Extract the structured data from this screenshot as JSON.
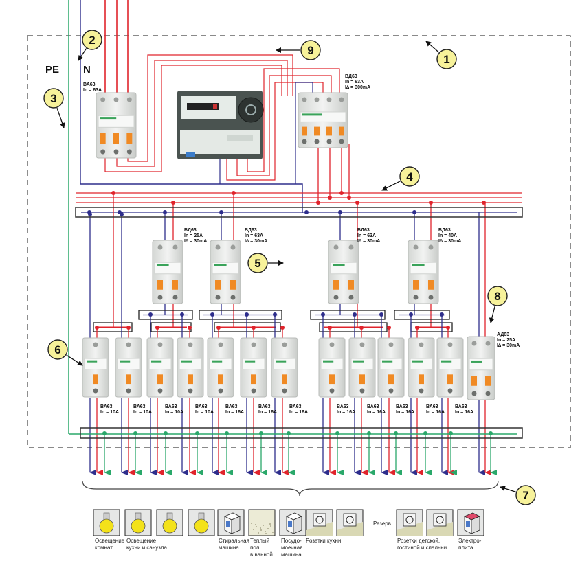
{
  "colors": {
    "phase": "#e0242c",
    "neutral": "#2e2e8c",
    "pe": "#2aa86a",
    "callout_fill": "#f7f29a",
    "frame": "#333333",
    "breaker_body": "#e9ebe9",
    "breaker_handle": "#f08a24"
  },
  "conductor_labels": {
    "pe": "PE",
    "neutral": "N"
  },
  "main_breaker": {
    "model": "ВА63",
    "rating": "In = 63A"
  },
  "main_rcd": {
    "model": "ВД63",
    "rating": "In = 63A",
    "leakage": "I∆ = 300mA"
  },
  "group_rcds": [
    {
      "model": "ВД63",
      "rating": "In = 25A",
      "leakage": "I∆ = 30mA"
    },
    {
      "model": "ВД63",
      "rating": "In = 63A",
      "leakage": "I∆ = 30mA"
    },
    {
      "model": "ВД63",
      "rating": "In = 63A",
      "leakage": "I∆ = 30mA"
    },
    {
      "model": "ВД63",
      "rating": "In = 40A",
      "leakage": "I∆ = 30mA"
    }
  ],
  "diff_breaker": {
    "model": "АД63",
    "rating": "In = 25A",
    "leakage": "I∆ = 30mA"
  },
  "branch_breakers": [
    {
      "model": "ВА63",
      "rating": "In = 10A"
    },
    {
      "model": "ВА63",
      "rating": "In = 10A"
    },
    {
      "model": "ВА63",
      "rating": "In = 10A"
    },
    {
      "model": "ВА63",
      "rating": "In = 10A"
    },
    {
      "model": "ВА63",
      "rating": "In = 16A"
    },
    {
      "model": "ВА63",
      "rating": "In = 16A"
    },
    {
      "model": "ВА63",
      "rating": "In = 16A"
    },
    {
      "model": "ВА63",
      "rating": "In = 16A"
    },
    {
      "model": "ВА63",
      "rating": "In = 16A"
    },
    {
      "model": "ВА63",
      "rating": "In = 16A"
    },
    {
      "model": "ВА63",
      "rating": "In = 16A"
    },
    {
      "model": "ВА63",
      "rating": "In = 16A"
    }
  ],
  "callouts": [
    "1",
    "2",
    "3",
    "4",
    "5",
    "6",
    "7",
    "8",
    "9"
  ],
  "loads": [
    {
      "icon": "bulb-icon",
      "caption": ""
    },
    {
      "icon": "bulb-icon",
      "caption": ""
    },
    {
      "icon": "bulb-icon",
      "caption": ""
    },
    {
      "icon": "bulb-icon",
      "caption": ""
    },
    {
      "icon": "washing-machine-icon",
      "caption": ""
    },
    {
      "icon": "heated-floor-icon",
      "caption": ""
    },
    {
      "icon": "dishwasher-icon",
      "caption": ""
    },
    {
      "icon": "socket-icon",
      "caption": ""
    },
    {
      "icon": "socket-icon",
      "caption": ""
    },
    {
      "icon": "socket-icon",
      "caption": ""
    },
    {
      "icon": "socket-icon",
      "caption": ""
    },
    {
      "icon": "stove-icon",
      "caption": ""
    }
  ],
  "load_captions": {
    "lighting_rooms": [
      "Освещение",
      "комнат"
    ],
    "lighting_kitchen": [
      "Освещение",
      "кухни и санузла"
    ],
    "washing_machine": [
      "Стиральная",
      "машина"
    ],
    "heated_floor": [
      "Теплый",
      "пол",
      "в ванной"
    ],
    "dishwasher": [
      "Посудо-",
      "моечная",
      "машина"
    ],
    "kitchen_sockets": [
      "Розетки кухни"
    ],
    "reserve": "Резерв",
    "room_sockets": [
      "Розетки  детской,",
      "гостиной и спальни"
    ],
    "stove": [
      "Электро-",
      "плита"
    ]
  }
}
